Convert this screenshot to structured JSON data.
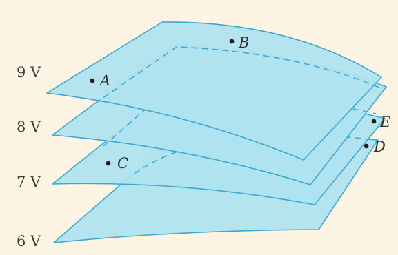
{
  "colors": {
    "background": "#fdf4e3",
    "plane_fill": "#aee3ef",
    "plane_stroke": "#3aa8d2",
    "text": "#3a3a3a",
    "point": "#1f1f1f"
  },
  "planes": [
    {
      "label": "9 V",
      "value": 9
    },
    {
      "label": "8 V",
      "value": 8
    },
    {
      "label": "7 V",
      "value": 7
    },
    {
      "label": "6 V",
      "value": 6
    }
  ],
  "points": [
    {
      "label": "A",
      "on_plane": "9 V"
    },
    {
      "label": "B",
      "on_plane": "9 V"
    },
    {
      "label": "C",
      "on_plane": "7 V"
    },
    {
      "label": "D",
      "on_plane": "6 V"
    },
    {
      "label": "E",
      "on_plane": "7 V"
    }
  ]
}
